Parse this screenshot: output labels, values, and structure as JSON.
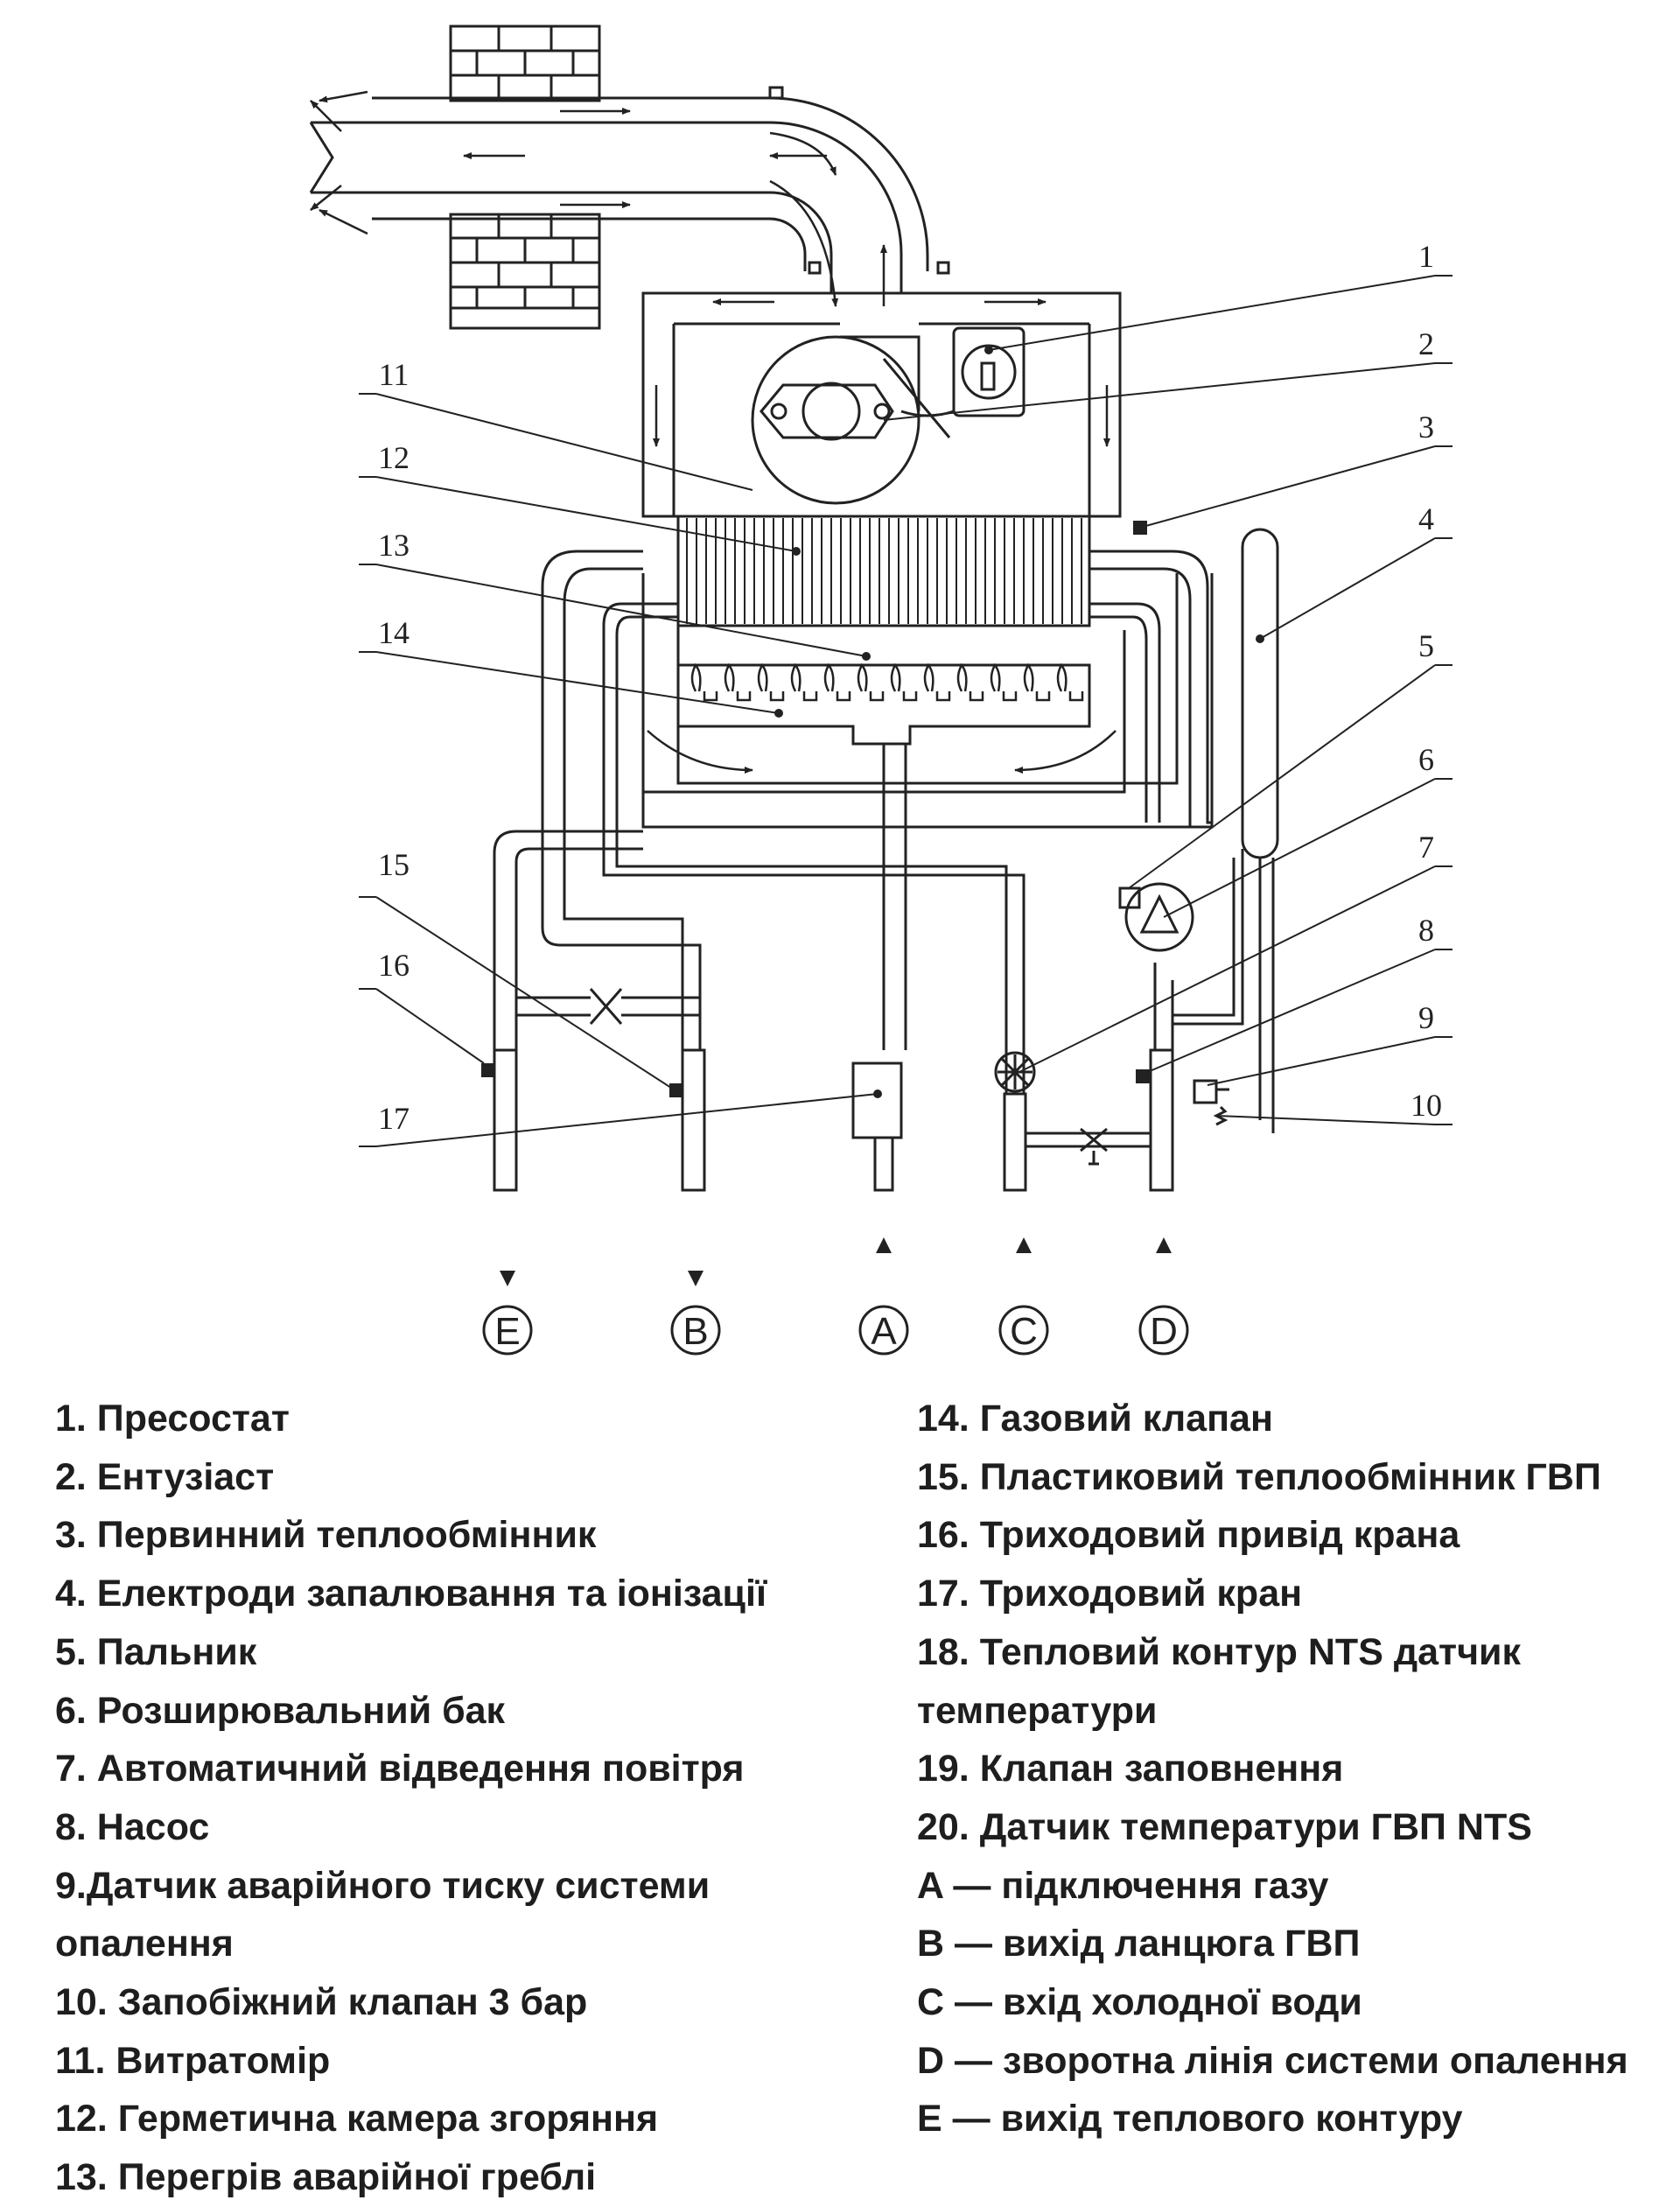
{
  "diagram": {
    "callout_numbers": [
      "1",
      "2",
      "3",
      "4",
      "5",
      "6",
      "7",
      "8",
      "9",
      "10",
      "11",
      "12",
      "13",
      "14",
      "15",
      "16",
      "17"
    ],
    "connections": [
      "E",
      "B",
      "A",
      "C",
      "D"
    ]
  },
  "legend": {
    "left": [
      "1. Пресостат",
      "2. Ентузіаст",
      "3. Первинний теплообмінник",
      "4. Електроди запалювання  та іонізації",
      "5. Пальник",
      "6. Розширювальний бак",
      "7. Автоматичний відведення повітря",
      "8. Насос",
      "9.Датчик аварійного тиску системи",
      "опалення",
      "10. Запобіжний клапан 3 бар",
      "11. Витратомір",
      "12. Герметична камера згоряння",
      "13. Перегрів аварійної греблі"
    ],
    "right": [
      "14. Газовий клапан",
      "15. Пластиковий теплообмінник ГВП",
      "16. Триходовий привід крана",
      "17. Триходовий кран",
      "18. Тепловий контур NTS датчик",
      "температури",
      "19. Клапан заповнення",
      "20. Датчик температури  ГВП NTS",
      "A — підключення газу",
      "B — вихід ланцюга ГВП",
      "C — вхід холодної води",
      "D — зворотна лінія системи опалення",
      "E — вихід теплового контуру"
    ]
  }
}
